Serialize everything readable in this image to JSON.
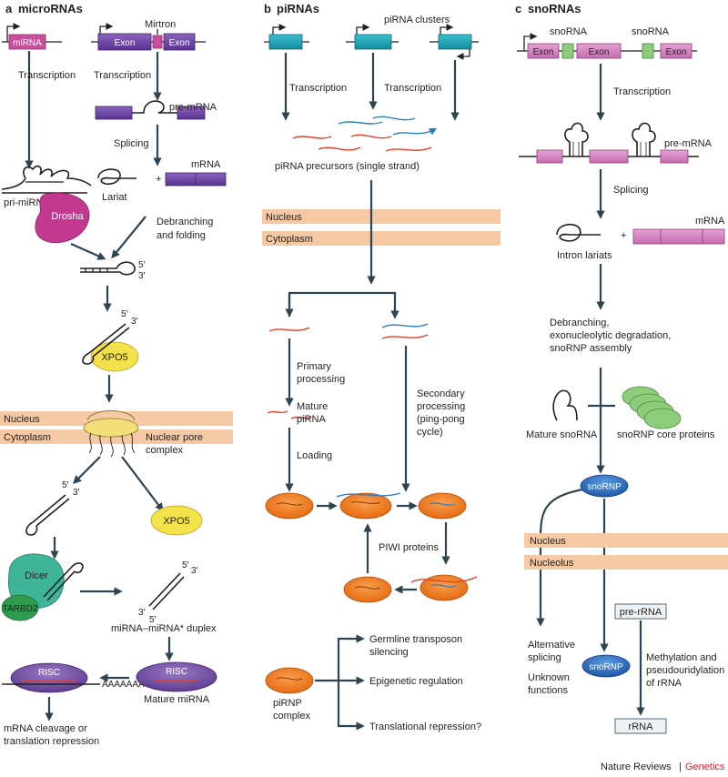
{
  "colors": {
    "arrow": "#2e4451",
    "mirna_exon": "#c74f9c",
    "exon_purple": "#6b3fa0",
    "pirna_teal": "#1aa2b5",
    "sno_exon": "#d687c4",
    "sno_green": "#8ccc7a",
    "drosha": "#c2398f",
    "xpo5": "#f3e24a",
    "dicer": "#3fb598",
    "risc": "#7a57a6",
    "piwi": "#ef7f23",
    "snornp": "#2f6fc0",
    "membrane": "#f5c9a3",
    "red_strand": "#e2412a",
    "blue_strand": "#2c7fc1",
    "journal_accent": "#d2232a"
  },
  "panel_a": {
    "letter": "a",
    "title": "microRNAs",
    "mirna_gene": "miRNA",
    "exon_left": "Exon",
    "exon_right": "Exon",
    "mirtron": "Mirtron",
    "transcription_1": "Transcription",
    "transcription_2": "Transcription",
    "pre_mrna": "pre-mRNA",
    "splicing": "Splicing",
    "mrna": "mRNA",
    "lariat": "Lariat",
    "plus": "+",
    "pri_mirna": "pri-miRNA",
    "drosha": "Drosha",
    "debranching": "Debranching",
    "and_folding": "and folding",
    "five_prime_1": "5′",
    "three_prime_1": "3′",
    "five_prime_2": "5′",
    "three_prime_2": "3′",
    "xpo5_1": "XPO5",
    "nucleus": "Nucleus",
    "cytoplasm": "Cytoplasm",
    "nuclear_pore_1": "Nuclear pore",
    "nuclear_pore_2": "complex",
    "five_prime_3": "5′",
    "three_prime_3": "3′",
    "xpo5_2": "XPO5",
    "dicer": "Dicer",
    "tarbd2": "TARBD2",
    "dup_five_top": "5′",
    "dup_three_top": "3′",
    "dup_three_bottom": "3′",
    "dup_five_bottom": "5′",
    "duplex": "miRNA–miRNA* duplex",
    "risc_1": "RISC",
    "polyA": "AAAAAAA",
    "risc_2": "RISC",
    "mature_mirna": "Mature miRNA",
    "outcome_1": "mRNA cleavage or",
    "outcome_2": "translation repression"
  },
  "panel_b": {
    "letter": "b",
    "title": "piRNAs",
    "clusters": "piRNA clusters",
    "transcription_1": "Transcription",
    "transcription_2": "Transcription",
    "precursors": "piRNA precursors (single strand)",
    "nucleus": "Nucleus",
    "cytoplasm": "Cytoplasm",
    "primary_1": "Primary",
    "primary_2": "processing",
    "mature_1": "Mature",
    "mature_2": "piRNA",
    "loading": "Loading",
    "secondary_1": "Secondary",
    "secondary_2": "processing",
    "secondary_3": "(ping-pong",
    "secondary_4": "cycle)",
    "piwi": "PIWI proteins",
    "pirnp_1": "piRNP",
    "pirnp_2": "complex",
    "fn_1a": "Germline transposon",
    "fn_1b": "silencing",
    "fn_2": "Epigenetic regulation",
    "fn_3": "Translational repression?"
  },
  "panel_c": {
    "letter": "c",
    "title": "snoRNAs",
    "sno_label_1": "snoRNA",
    "sno_label_2": "snoRNA",
    "exon_1": "Exon",
    "exon_2": "Exon",
    "exon_3": "Exon",
    "transcription": "Transcription",
    "pre_mrna": "pre-mRNA",
    "splicing": "Splicing",
    "mrna": "mRNA",
    "intron_lariats": "Intron lariats",
    "plus": "+",
    "debr_1": "Debranching,",
    "debr_2": "exonucleolytic degradation,",
    "debr_3": "snoRNP assembly",
    "mature_sno": "Mature  snoRNA",
    "core_proteins": "snoRNP core proteins",
    "snornp_1": "snoRNP",
    "nucleus": "Nucleus",
    "nucleolus": "Nucleolus",
    "pre_rrna": "pre-rRNA",
    "alt_1": "Alternative",
    "alt_2": "splicing",
    "unk_1": "Unknown",
    "unk_2": "functions",
    "snornp_2": "snoRNP",
    "meth_1": "Methylation and",
    "meth_2": "pseudouridylation",
    "meth_3": "of rRNA",
    "rrna": "rRNA"
  },
  "journal": {
    "name": "Nature Reviews",
    "separator": "|",
    "section": "Genetics"
  }
}
